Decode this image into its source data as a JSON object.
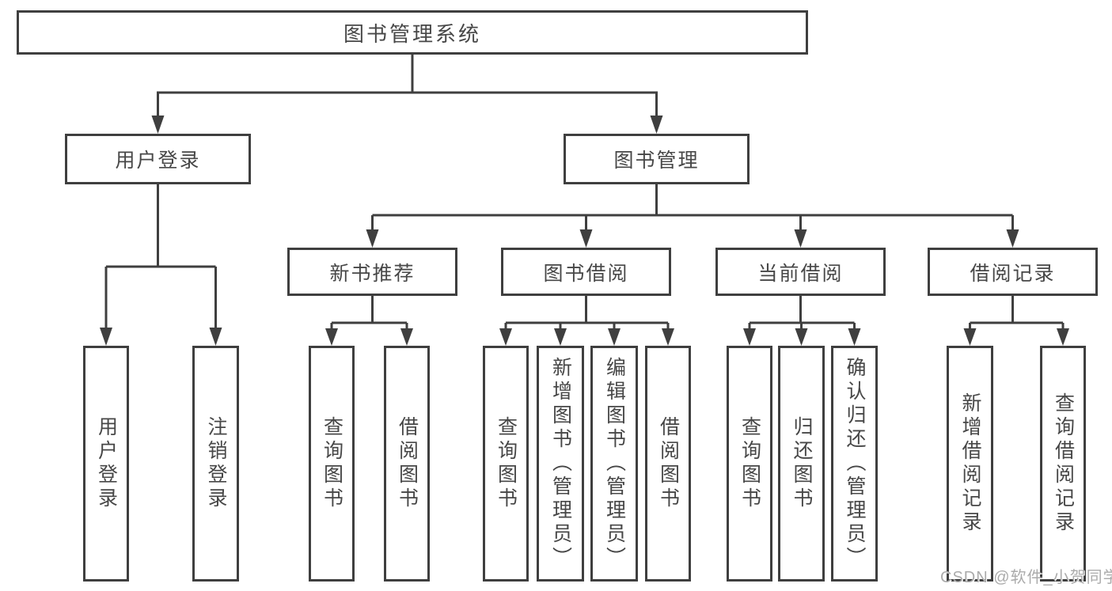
{
  "diagram_type": "tree",
  "colors": {
    "background": "#ffffff",
    "line": "#3f3f3f",
    "box_border": "#3f3f3f",
    "text": "#474747",
    "watermark": "#ababab"
  },
  "watermark": {
    "text": "CSDN @软件_小贺同学"
  },
  "tree": {
    "label": "图书管理系统",
    "children": [
      {
        "label": "用户登录",
        "children": [
          {
            "label": "用户登录"
          },
          {
            "label": "注销登录"
          }
        ]
      },
      {
        "label": "图书管理",
        "children": [
          {
            "label": "新书推荐",
            "children": [
              {
                "label": "查询图书"
              },
              {
                "label": "借阅图书"
              }
            ]
          },
          {
            "label": "图书借阅",
            "children": [
              {
                "label": "查询图书"
              },
              {
                "label": "新增图书（管理员）"
              },
              {
                "label": "编辑图书（管理员）"
              },
              {
                "label": "借阅图书"
              }
            ]
          },
          {
            "label": "当前借阅",
            "children": [
              {
                "label": "查询图书"
              },
              {
                "label": "归还图书"
              },
              {
                "label": "确认归还（管理员）"
              }
            ]
          },
          {
            "label": "借阅记录",
            "children": [
              {
                "label": "新增借阅记录"
              },
              {
                "label": "查询借阅记录"
              }
            ]
          }
        ]
      }
    ]
  }
}
